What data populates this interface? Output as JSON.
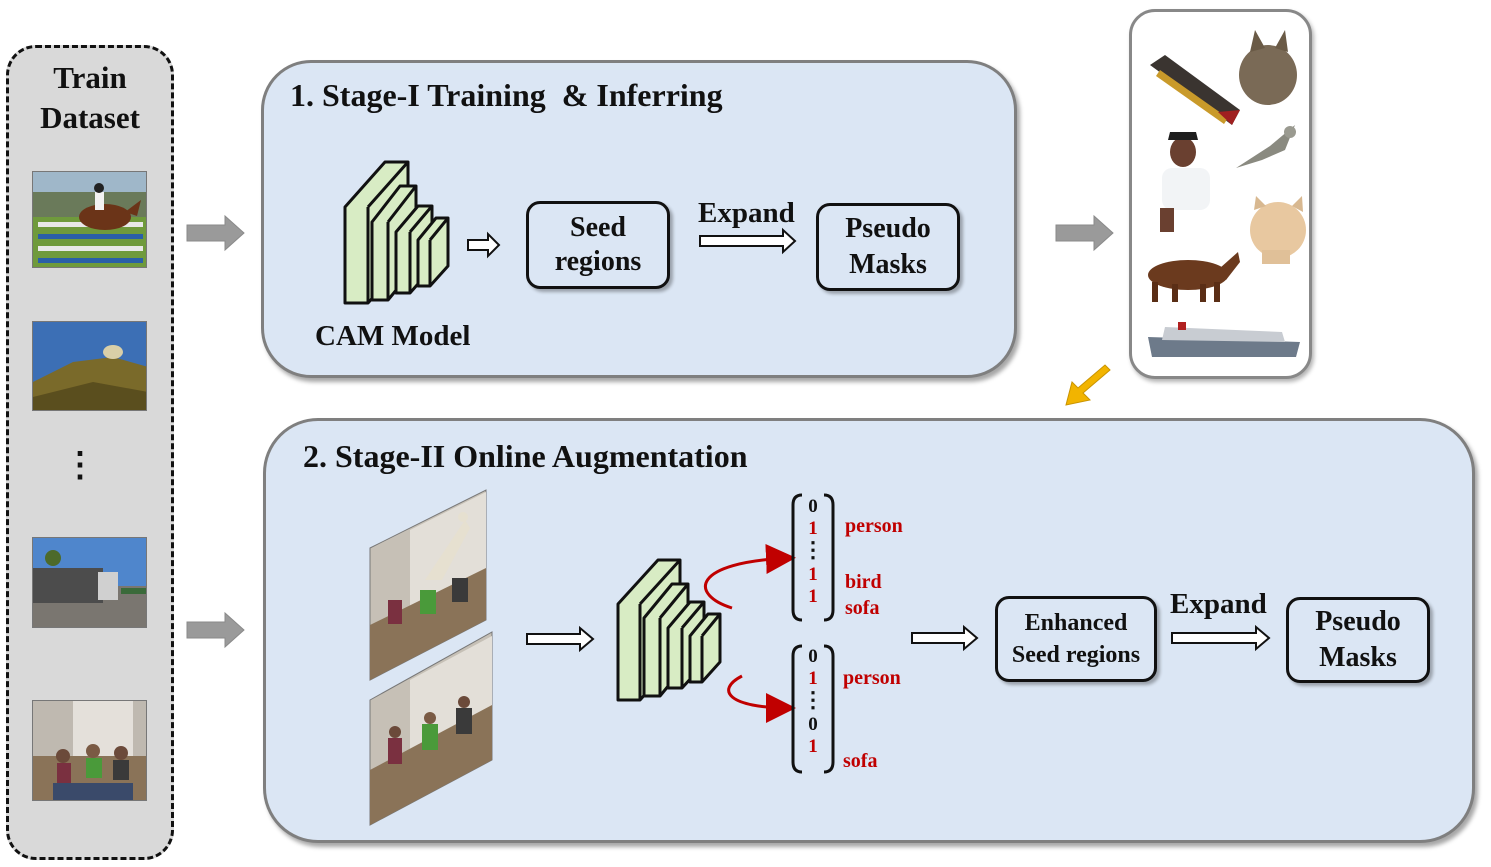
{
  "dataset": {
    "title_line1": "Train",
    "title_line2": "Dataset",
    "ellipsis": "⋮"
  },
  "stage1": {
    "title": "1. Stage-I Training  & Inferring",
    "model_label": "CAM Model",
    "seed_line1": "Seed",
    "seed_line2": "regions",
    "expand_label": "Expand",
    "pseudo_line1": "Pseudo",
    "pseudo_line2": "Masks"
  },
  "stage2": {
    "title": "2. Stage-II Online Augmentation",
    "vector_top": {
      "entries": [
        "0",
        "1",
        "⋮",
        "1",
        "1"
      ],
      "labels": {
        "person": "person",
        "bird": "bird",
        "sofa": "sofa"
      }
    },
    "vector_bottom": {
      "entries": [
        "0",
        "1",
        "⋮",
        "0",
        "1"
      ],
      "labels": {
        "person": "person",
        "sofa": "sofa"
      }
    },
    "enhanced_line1": "Enhanced",
    "enhanced_line2": "Seed regions",
    "expand_label": "Expand",
    "pseudo_line1": "Pseudo",
    "pseudo_line2": "Masks"
  },
  "colors": {
    "panel_fill": "#dbe6f4",
    "cnn_fill": "#d8ecc4",
    "arrow_gray": "#999999",
    "highlight_red": "#c00000",
    "accent_arrow": "#f2b400"
  }
}
